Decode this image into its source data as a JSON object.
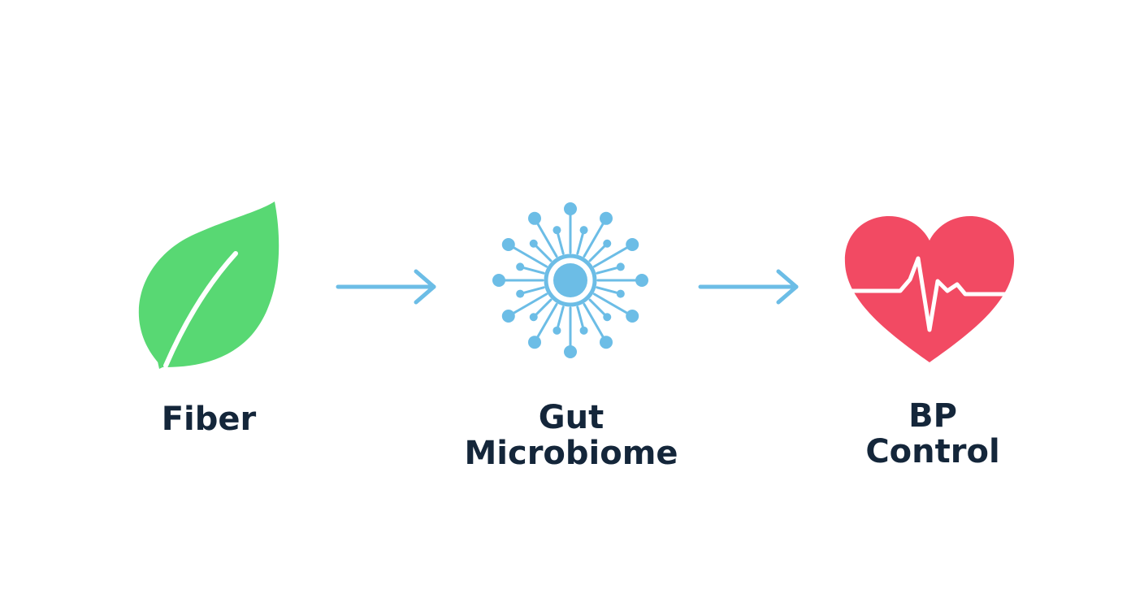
{
  "nodes": [
    {
      "id": "fiber",
      "lines": [
        "Fiber"
      ],
      "icon": "leaf-icon",
      "color": "#58d873"
    },
    {
      "id": "microbiome",
      "lines": [
        "Gut",
        "Microbiome"
      ],
      "icon": "microbe-icon",
      "color": "#6cbde6"
    },
    {
      "id": "bp",
      "lines": [
        "BP",
        "Control"
      ],
      "icon": "heart-pulse-icon",
      "color": "#f24a63"
    }
  ],
  "arrows": [
    {
      "icon": "arrow-right-icon",
      "color": "#6cbde6"
    },
    {
      "icon": "arrow-right-icon",
      "color": "#6cbde6"
    }
  ],
  "colors": {
    "text": "#14263a",
    "leaf": "#58d873",
    "microbe": "#6cbde6",
    "heart": "#f24a63",
    "arrow": "#6cbde6"
  }
}
